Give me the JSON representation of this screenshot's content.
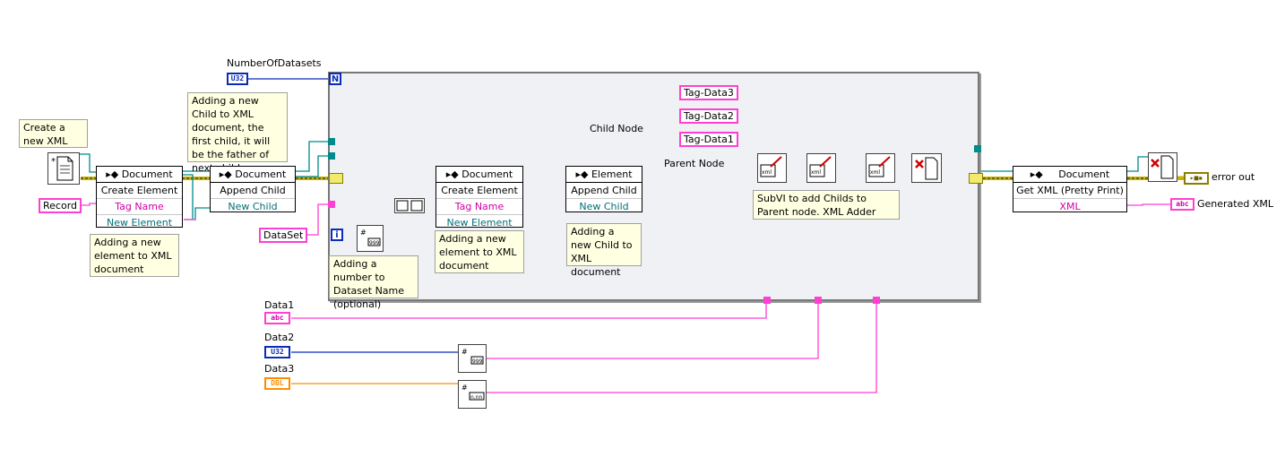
{
  "diagram": {
    "number_of_datasets_label": "NumberOfDatasets",
    "u32_text": "U32",
    "i_text": "i",
    "n_text": "N",
    "notes": {
      "create_new_xml": "Create a new XML",
      "adding_new_child_doc": "Adding a new Child to XML document, the first child, it will be the father of next childs",
      "adding_new_element_1": "Adding a new element to XML document",
      "adding_number": "Adding a number to Dataset Name (optional)",
      "adding_new_element_2": "Adding a new element to XML document",
      "adding_new_child_2": "Adding a new Child to XML document",
      "subvi": "SubVI to add Childs to Parent node. XML Adder"
    },
    "constants": {
      "record": "Record",
      "dataset": "DataSet",
      "tag1": "Tag-Data1",
      "tag2": "Tag-Data2",
      "tag3": "Tag-Data3"
    },
    "wire_labels": {
      "child_node": "Child Node",
      "parent_node": "Parent Node"
    },
    "node1": {
      "header": "Document",
      "method": "Create Element",
      "in": "Tag Name",
      "out": "New Element"
    },
    "node2": {
      "header": "Document",
      "method": "Append Child",
      "in": "New Child"
    },
    "node3": {
      "header": "Document",
      "method": "Create Element",
      "in": "Tag Name",
      "out": "New Element"
    },
    "node4": {
      "header": "Element",
      "method": "Append Child",
      "in": "New Child"
    },
    "node5": {
      "header": "Document",
      "method": "Get XML (Pretty Print)",
      "out": "XML"
    },
    "data_controls": {
      "data1_label": "Data1",
      "data1_type": "abc",
      "data2_label": "Data2",
      "data2_type": "U32",
      "data3_label": "Data3",
      "data3_type": "DBL"
    },
    "outputs": {
      "error_out": "error out",
      "generated_xml": "Generated XML",
      "abc_type": "abc"
    },
    "colors": {
      "string_wire": "#ff3fd2",
      "int_wire": "#0a2cb8",
      "dbl_wire": "#ff8c00",
      "ref_wire": "#008a8a",
      "error_wire": "#c8b400",
      "loop_bg": "#f0f1f4"
    }
  }
}
